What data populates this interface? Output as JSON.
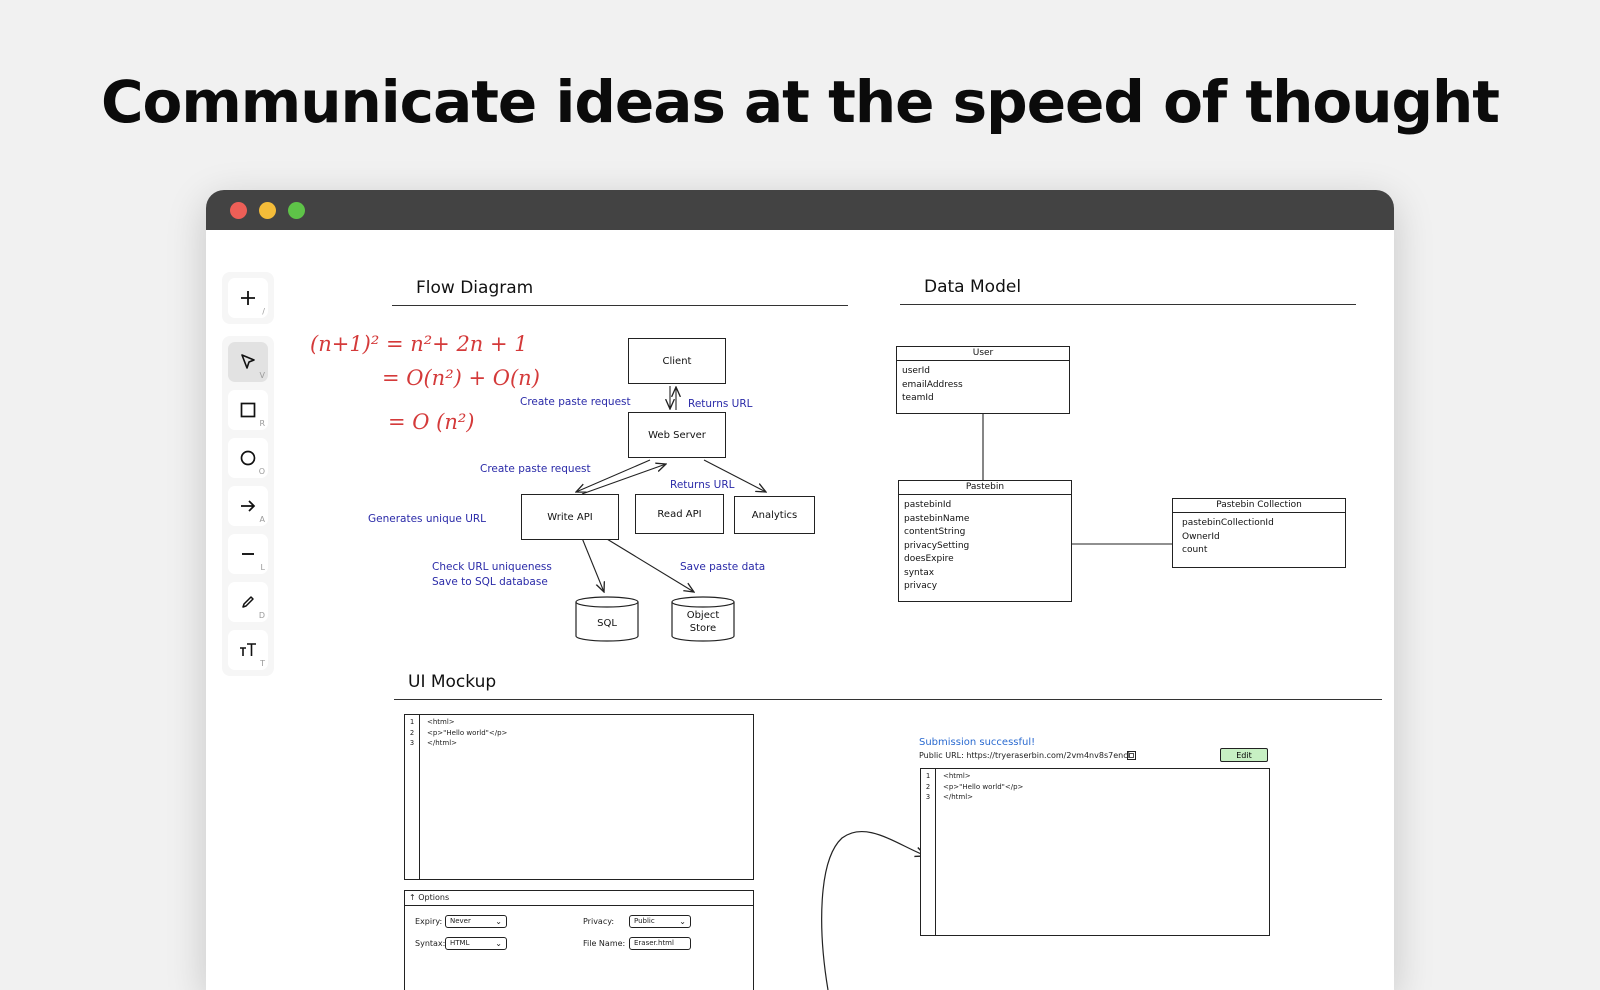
{
  "headline": "Communicate ideas at the speed of thought",
  "window": {
    "traffic_colors": [
      "#ed5f57",
      "#f4bc39",
      "#5ec348"
    ]
  },
  "toolbar": {
    "add": {
      "icon": "plus-icon",
      "key": "/"
    },
    "tools": [
      {
        "icon": "pointer-icon",
        "key": "V"
      },
      {
        "icon": "rectangle-icon",
        "key": "R"
      },
      {
        "icon": "circle-icon",
        "key": "O"
      },
      {
        "icon": "arrow-icon",
        "key": "A"
      },
      {
        "icon": "line-icon",
        "key": "L"
      },
      {
        "icon": "pencil-icon",
        "key": "D"
      },
      {
        "icon": "text-icon",
        "key": "T"
      }
    ]
  },
  "flow": {
    "title": "Flow Diagram",
    "math": [
      "(n+1)² = n²+ 2n + 1",
      "= O(n²) + O(n)",
      "=  O (n²)"
    ],
    "nodes": {
      "client": "Client",
      "web_server": "Web Server",
      "write_api": "Write API",
      "read_api": "Read API",
      "analytics": "Analytics",
      "sql": "SQL",
      "object_store": "Object\nStore"
    },
    "labels": {
      "create_paste_1": "Create paste request",
      "returns_url_1": "Returns URL",
      "create_paste_2": "Create paste request",
      "returns_url_2": "Returns URL",
      "generates_url": "Generates unique URL",
      "check_url": "Check URL uniqueness",
      "save_sql": "Save to SQL database",
      "save_paste": "Save paste data"
    }
  },
  "data_model": {
    "title": "Data Model",
    "user": {
      "name": "User",
      "fields": [
        "userId",
        "emailAddress",
        "teamId"
      ]
    },
    "pastebin": {
      "name": "Pastebin",
      "fields": [
        "pastebinId",
        "pastebinName",
        "contentString",
        "privacySetting",
        "doesExpire",
        "syntax",
        "privacy"
      ]
    },
    "collection": {
      "name": "Pastebin Collection",
      "fields": [
        "pastebinCollectionId",
        "OwnerId",
        "count"
      ]
    }
  },
  "ui_mockup": {
    "title": "UI Mockup",
    "editor_lines": [
      {
        "n": "1",
        "code": "<html>"
      },
      {
        "n": "2",
        "code": "<p>\"Hello world\"</p>"
      },
      {
        "n": "3",
        "code": "</html>"
      }
    ],
    "options": {
      "header": "↑ Options",
      "expiry_label": "Expiry:",
      "expiry_value": "Never",
      "syntax_label": "Syntax:",
      "syntax_value": "HTML",
      "privacy_label": "Privacy:",
      "privacy_value": "Public",
      "filename_label": "File Name:",
      "filename_value": "Eraser.html"
    },
    "result": {
      "success": "Submission successful!",
      "public_url": "Public URL: https://tryeraserbin.com/2vm4nv8s7encl",
      "edit_label": "Edit",
      "lines": [
        {
          "n": "1",
          "code": "<html>"
        },
        {
          "n": "2",
          "code": "<p>\"Hello world\"</p>"
        },
        {
          "n": "3",
          "code": "</html>"
        }
      ]
    }
  }
}
